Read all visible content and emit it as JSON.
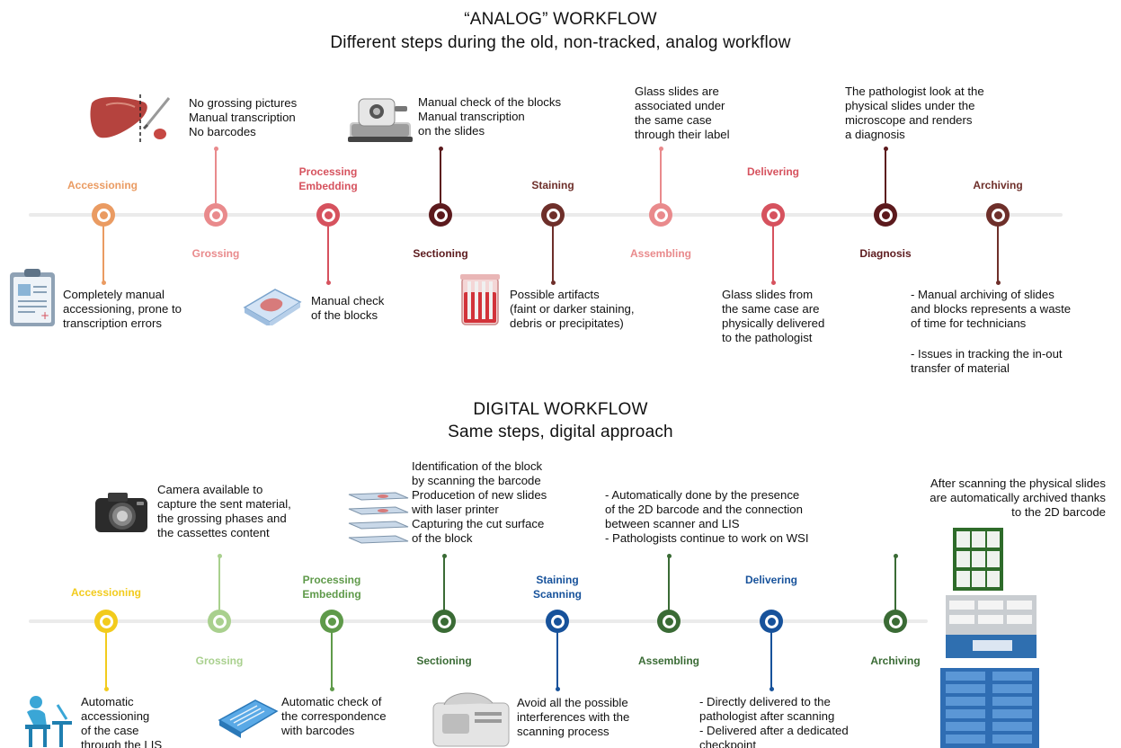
{
  "analog": {
    "title": "“ANALOG” WORKFLOW",
    "subtitle": "Different steps during the old, non-tracked, analog workflow",
    "steps": [
      {
        "label": "Accessioning",
        "color": "#ea9b62"
      },
      {
        "label": "Grossing",
        "color": "#e98a8c"
      },
      {
        "label": "Processing\nEmbedding",
        "color": "#d6525e"
      },
      {
        "label": "Sectioning",
        "color": "#5c1a1d"
      },
      {
        "label": "Staining",
        "color": "#6e2f2a"
      },
      {
        "label": "Assembling",
        "color": "#e98a8c"
      },
      {
        "label": "Delivering",
        "color": "#d6525e"
      },
      {
        "label": "Diagnosis",
        "color": "#5c1a1d"
      },
      {
        "label": "Archiving",
        "color": "#6e2f2a"
      }
    ],
    "notes": {
      "grossing": "No grossing pictures\nManual transcription\nNo barcodes",
      "sectioning": "Manual check of the blocks\nManual transcription\non the slides",
      "assembling": "Glass slides are\nassociated under\nthe same case\nthrough their label",
      "diagnosis": "The pathologist look at the\nphysical slides under the\nmicroscope and renders\na diagnosis",
      "accessioning": "Completely manual\naccessioning, prone to\ntranscription errors",
      "processing": "Manual check\nof the blocks",
      "staining": "Possible artifacts\n(faint or darker staining,\ndebris or precipitates)",
      "delivering": "Glass slides from\nthe same case are\nphysically delivered\nto the pathologist",
      "archiving_1": "- Manual archiving of slides\nand blocks represents a waste\nof time for technicians",
      "archiving_2": "- Issues in tracking the in-out\ntransfer of material"
    }
  },
  "digital": {
    "title": "DIGITAL WORKFLOW",
    "subtitle": "Same steps, digital approach",
    "steps": [
      {
        "label": "Accessioning",
        "color": "#f2cb1d"
      },
      {
        "label": "Grossing",
        "color": "#a9d08e"
      },
      {
        "label": "Processing\nEmbedding",
        "color": "#5f9a4a"
      },
      {
        "label": "Sectioning",
        "color": "#3a6b35"
      },
      {
        "label": "Staining\nScanning",
        "color": "#17529b"
      },
      {
        "label": "Assembling",
        "color": "#3a6b35"
      },
      {
        "label": "Delivering",
        "color": "#17529b"
      },
      {
        "label": "Archiving",
        "color": "#3a6b35"
      }
    ],
    "notes": {
      "grossing": "Camera available to\ncapture the sent material,\nthe grossing phases and\nthe cassettes content",
      "sectioning": "Identification of the block\nby scanning the barcode\nProducetion of new slides\nwith laser printer\nCapturing the cut surface\nof the block",
      "assembling": "- Automatically done by the presence\nof the 2D barcode and the connection\nbetween scanner and LIS\n- Pathologists continue to work on WSI",
      "archiving": "After scanning the physical slides\nare automatically archived thanks\nto the 2D barcode",
      "accessioning": "Automatic\naccessioning\nof the case\nthrough the LIS",
      "processing": "Automatic check of\nthe correspondence\nwith barcodes",
      "staining": "Avoid all the possible\ninterferences with the\nscanning process",
      "delivering": "- Directly delivered to the\npathologist after scanning\n- Delivered after a dedicated\ncheckpoint"
    }
  }
}
